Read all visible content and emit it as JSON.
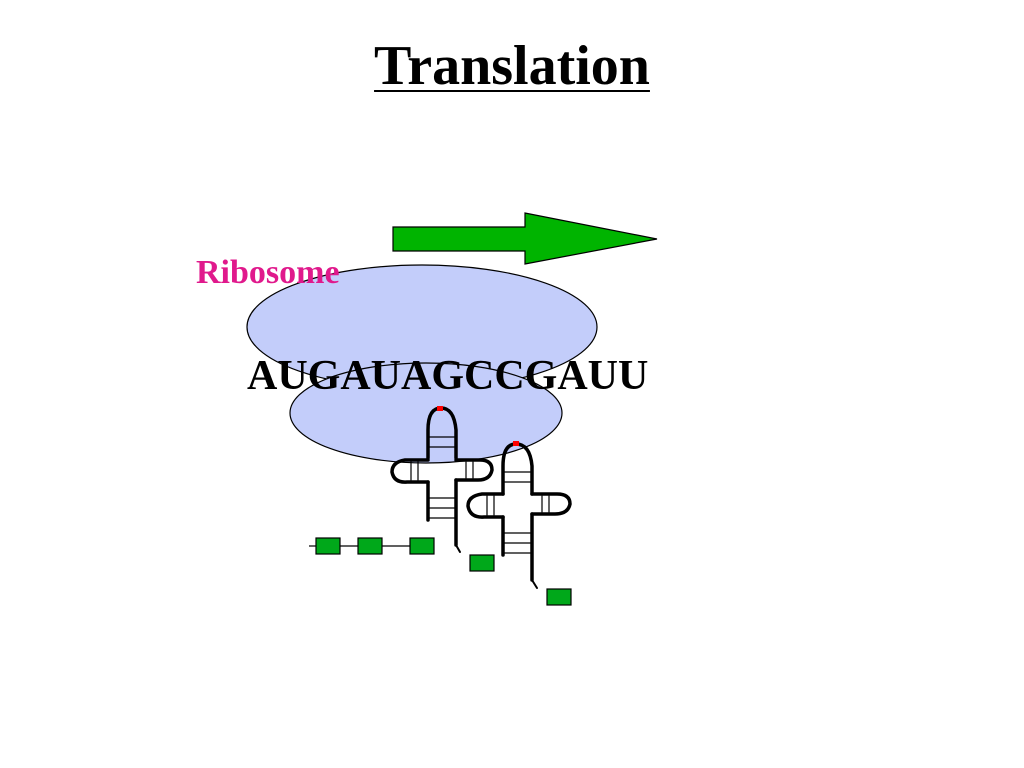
{
  "slide": {
    "title": "Translation"
  },
  "diagram": {
    "ribosome_label": "Ribosome",
    "mrna_sequence": "AUGAUAGCCGAUU"
  },
  "colors": {
    "ribosome_fill": "#c3cdfa",
    "ribosome_label": "#e0198c",
    "arrow_fill": "#00b400",
    "amino_acid_fill": "#00a81a",
    "anticodon_mark": "#ff0000",
    "trna_stroke": "#000000"
  }
}
